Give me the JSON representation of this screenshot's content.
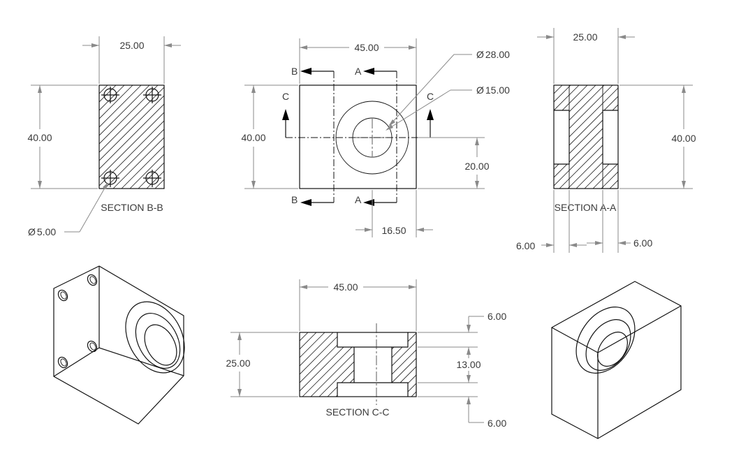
{
  "diameter_symbol": "Ø",
  "views": {
    "section_bb": {
      "label": "SECTION B-B",
      "width_dim": "25.00",
      "height_dim": "40.00",
      "hole_dim": "5.00"
    },
    "front": {
      "width_dim": "45.00",
      "height_dim": "40.00",
      "outer_bore_dim": "28.00",
      "inner_bore_dim": "15.00",
      "center_height_dim": "20.00",
      "center_offset_dim": "16.50",
      "cut_letters": {
        "a": "A",
        "b": "B",
        "c": "C"
      }
    },
    "section_aa": {
      "label": "SECTION A-A",
      "width_dim": "25.00",
      "height_dim": "40.00",
      "left_depth_dim": "6.00",
      "right_depth_dim": "6.00"
    },
    "section_cc": {
      "label": "SECTION C-C",
      "width_dim": "45.00",
      "height_dim": "25.00",
      "top_dim": "6.00",
      "middle_dim": "13.00",
      "bottom_dim": "6.00"
    }
  }
}
